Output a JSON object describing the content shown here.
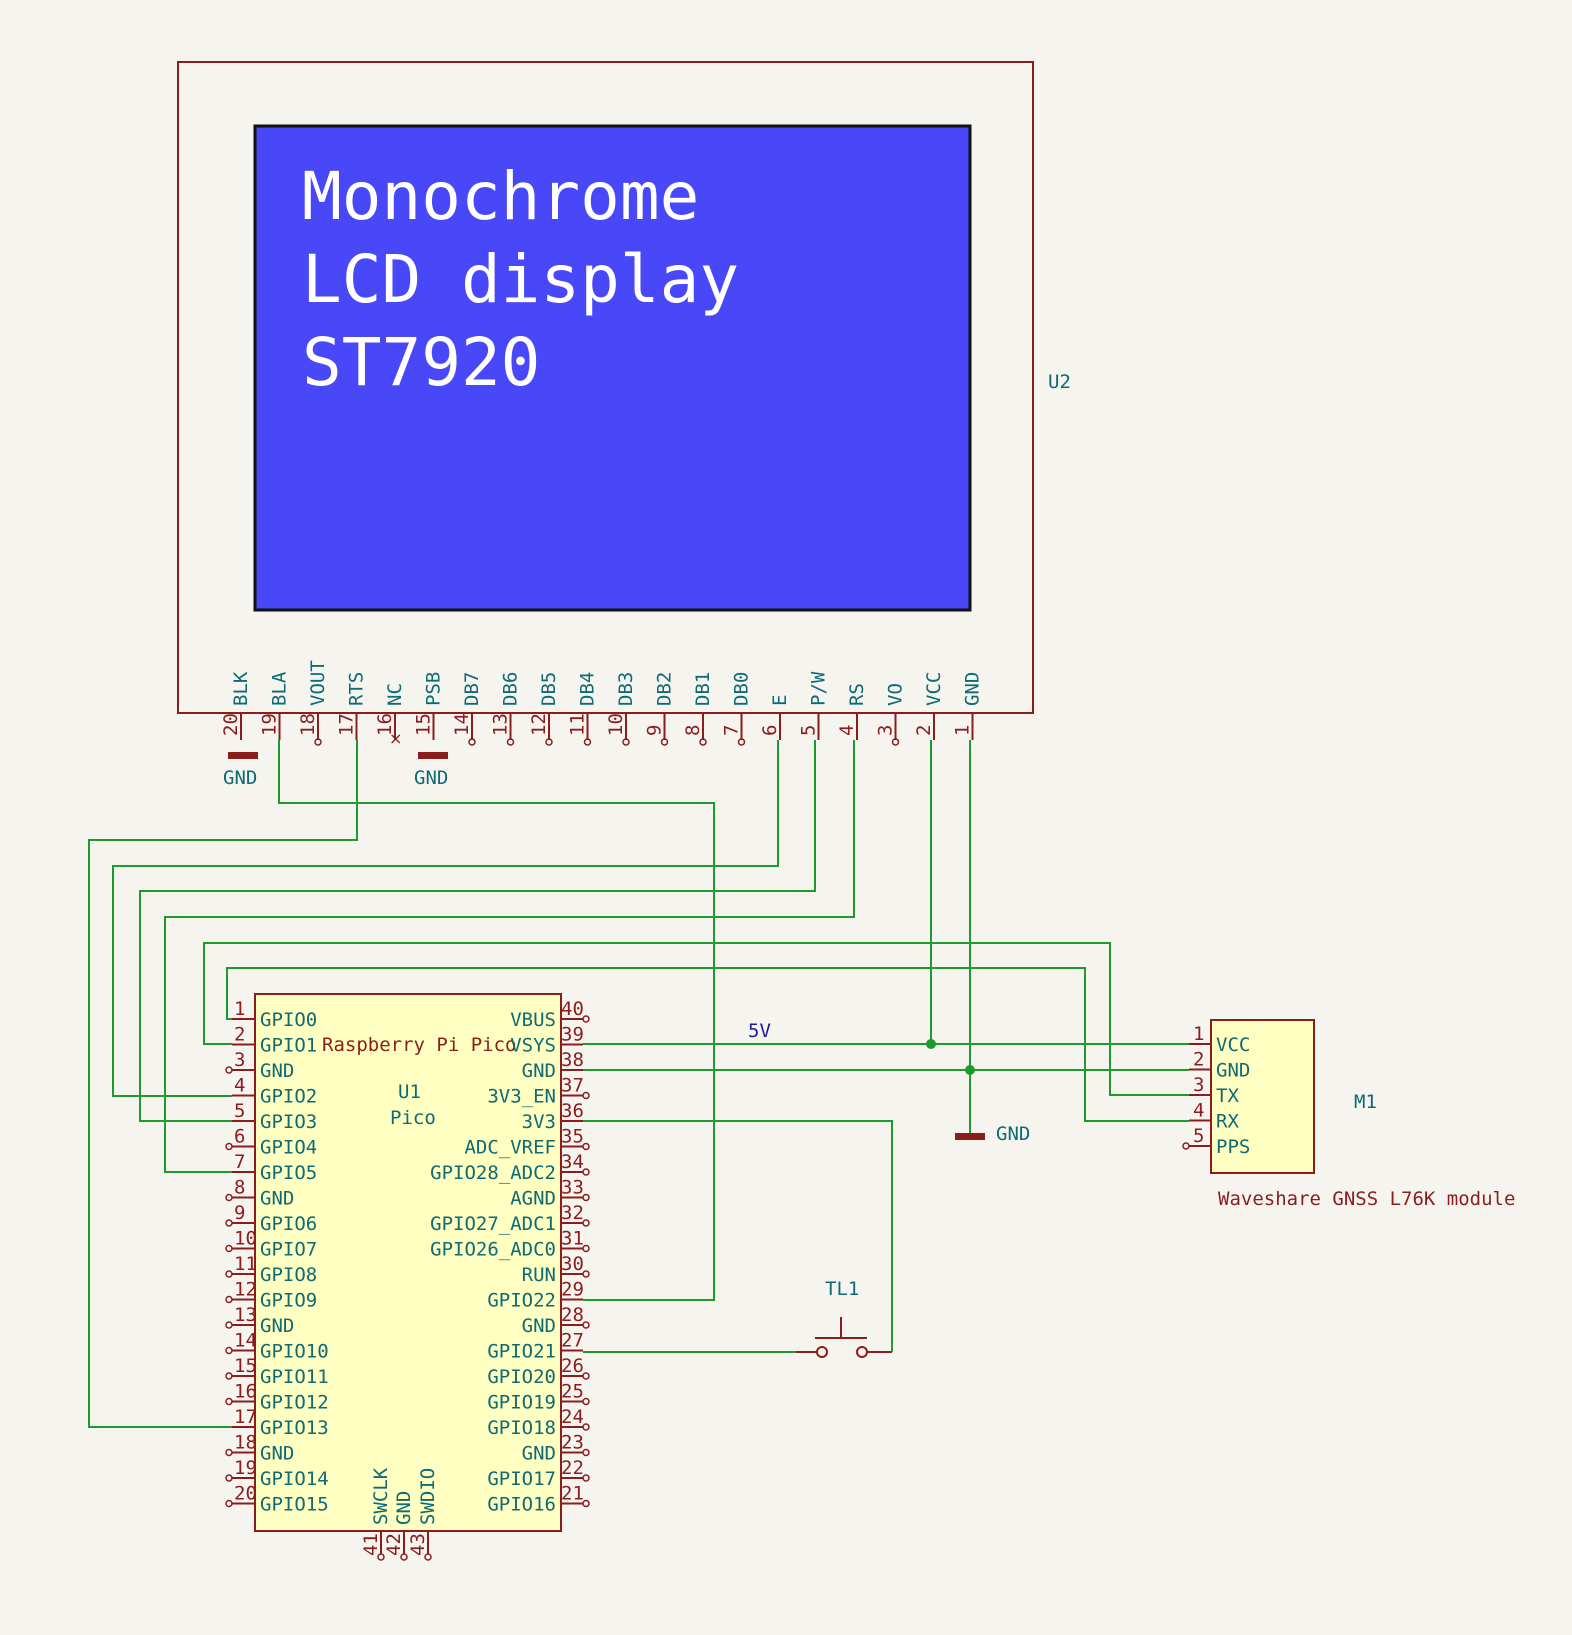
{
  "colors": {
    "background": "#f5f4ef",
    "wire": "#1f9a2c",
    "symbol_outline": "#8b1d1d",
    "pin_text": "#0e6a73",
    "pin_number": "#8b1d1d",
    "lcd_screen": "#4848f8",
    "ic_fill": "#ffffc2",
    "net_label": "#1a1aa0"
  },
  "lcd": {
    "ref": "U2",
    "screen_lines": [
      "Monochrome",
      "LCD display",
      "ST7920"
    ],
    "pins": [
      {
        "num": "20",
        "name": "BLK"
      },
      {
        "num": "19",
        "name": "BLA"
      },
      {
        "num": "18",
        "name": "VOUT"
      },
      {
        "num": "17",
        "name": "RTS"
      },
      {
        "num": "16",
        "name": "NC"
      },
      {
        "num": "15",
        "name": "PSB"
      },
      {
        "num": "14",
        "name": "DB7"
      },
      {
        "num": "13",
        "name": "DB6"
      },
      {
        "num": "12",
        "name": "DB5"
      },
      {
        "num": "11",
        "name": "DB4"
      },
      {
        "num": "10",
        "name": "DB3"
      },
      {
        "num": "9",
        "name": "DB2"
      },
      {
        "num": "8",
        "name": "DB1"
      },
      {
        "num": "7",
        "name": "DB0"
      },
      {
        "num": "6",
        "name": "E"
      },
      {
        "num": "5",
        "name": "P/W"
      },
      {
        "num": "4",
        "name": "RS"
      },
      {
        "num": "3",
        "name": "VO"
      },
      {
        "num": "2",
        "name": "VCC"
      },
      {
        "num": "1",
        "name": "GND"
      }
    ]
  },
  "pico": {
    "ref": "U1",
    "value": "Pico",
    "title": "Raspberry Pi Pico",
    "left_pins": [
      {
        "num": "1",
        "name": "GPIO0"
      },
      {
        "num": "2",
        "name": "GPIO1"
      },
      {
        "num": "3",
        "name": "GND"
      },
      {
        "num": "4",
        "name": "GPIO2"
      },
      {
        "num": "5",
        "name": "GPIO3"
      },
      {
        "num": "6",
        "name": "GPIO4"
      },
      {
        "num": "7",
        "name": "GPIO5"
      },
      {
        "num": "8",
        "name": "GND"
      },
      {
        "num": "9",
        "name": "GPIO6"
      },
      {
        "num": "10",
        "name": "GPIO7"
      },
      {
        "num": "11",
        "name": "GPIO8"
      },
      {
        "num": "12",
        "name": "GPIO9"
      },
      {
        "num": "13",
        "name": "GND"
      },
      {
        "num": "14",
        "name": "GPIO10"
      },
      {
        "num": "15",
        "name": "GPIO11"
      },
      {
        "num": "16",
        "name": "GPIO12"
      },
      {
        "num": "17",
        "name": "GPIO13"
      },
      {
        "num": "18",
        "name": "GND"
      },
      {
        "num": "19",
        "name": "GPIO14"
      },
      {
        "num": "20",
        "name": "GPIO15"
      }
    ],
    "right_pins": [
      {
        "num": "40",
        "name": "VBUS"
      },
      {
        "num": "39",
        "name": "VSYS"
      },
      {
        "num": "38",
        "name": "GND"
      },
      {
        "num": "37",
        "name": "3V3_EN"
      },
      {
        "num": "36",
        "name": "3V3"
      },
      {
        "num": "35",
        "name": "ADC_VREF"
      },
      {
        "num": "34",
        "name": "GPIO28_ADC2"
      },
      {
        "num": "33",
        "name": "AGND"
      },
      {
        "num": "32",
        "name": "GPIO27_ADC1"
      },
      {
        "num": "31",
        "name": "GPIO26_ADC0"
      },
      {
        "num": "30",
        "name": "RUN"
      },
      {
        "num": "29",
        "name": "GPIO22"
      },
      {
        "num": "28",
        "name": "GND"
      },
      {
        "num": "27",
        "name": "GPIO21"
      },
      {
        "num": "26",
        "name": "GPIO20"
      },
      {
        "num": "25",
        "name": "GPIO19"
      },
      {
        "num": "24",
        "name": "GPIO18"
      },
      {
        "num": "23",
        "name": "GND"
      },
      {
        "num": "22",
        "name": "GPIO17"
      },
      {
        "num": "21",
        "name": "GPIO16"
      }
    ],
    "bottom_pins": [
      {
        "num": "41",
        "name": "SWCLK"
      },
      {
        "num": "42",
        "name": "GND"
      },
      {
        "num": "43",
        "name": "SWDIO"
      }
    ]
  },
  "gnss": {
    "ref": "M1",
    "value": "Waveshare GNSS L76K module",
    "pins": [
      {
        "num": "1",
        "name": "VCC"
      },
      {
        "num": "2",
        "name": "GND"
      },
      {
        "num": "3",
        "name": "TX"
      },
      {
        "num": "4",
        "name": "RX"
      },
      {
        "num": "5",
        "name": "PPS"
      }
    ]
  },
  "button": {
    "ref": "TL1"
  },
  "net_labels": {
    "five_volt": "5V"
  },
  "gnd_symbols": [
    "GND",
    "GND",
    "GND"
  ]
}
